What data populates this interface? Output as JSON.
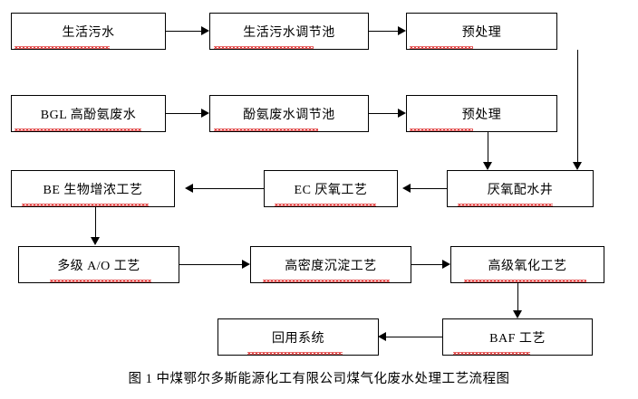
{
  "figure": {
    "caption": "图 1  中煤鄂尔多斯能源化工有限公司煤气化废水处理工艺流程图",
    "line_color": "#000000",
    "box_fill": "#ffffff",
    "spellcheck_underline_color": "#e03a3a"
  },
  "nodes": [
    {
      "id": "domestic-sewage",
      "label": "生活污水"
    },
    {
      "id": "domestic-regulating",
      "label": "生活污水调节池"
    },
    {
      "id": "pretreatment-1",
      "label": "预处理"
    },
    {
      "id": "bgl-phenol-ammonia",
      "label": "BGL 高酚氨废水"
    },
    {
      "id": "phenol-regulating",
      "label": "酚氨废水调节池"
    },
    {
      "id": "pretreatment-2",
      "label": "预处理"
    },
    {
      "id": "be-bio-enrichment",
      "label": "BE 生物增浓工艺"
    },
    {
      "id": "ec-anaerobic",
      "label": "EC 厌氧工艺"
    },
    {
      "id": "anaerobic-water-well",
      "label": "厌氧配水井"
    },
    {
      "id": "multistage-ao",
      "label": "多级 A/O 工艺"
    },
    {
      "id": "high-density-settling",
      "label": "高密度沉淀工艺"
    },
    {
      "id": "advanced-oxidation",
      "label": "高级氧化工艺"
    },
    {
      "id": "reuse-system",
      "label": "回用系统"
    },
    {
      "id": "baf-process",
      "label": "BAF 工艺"
    }
  ]
}
